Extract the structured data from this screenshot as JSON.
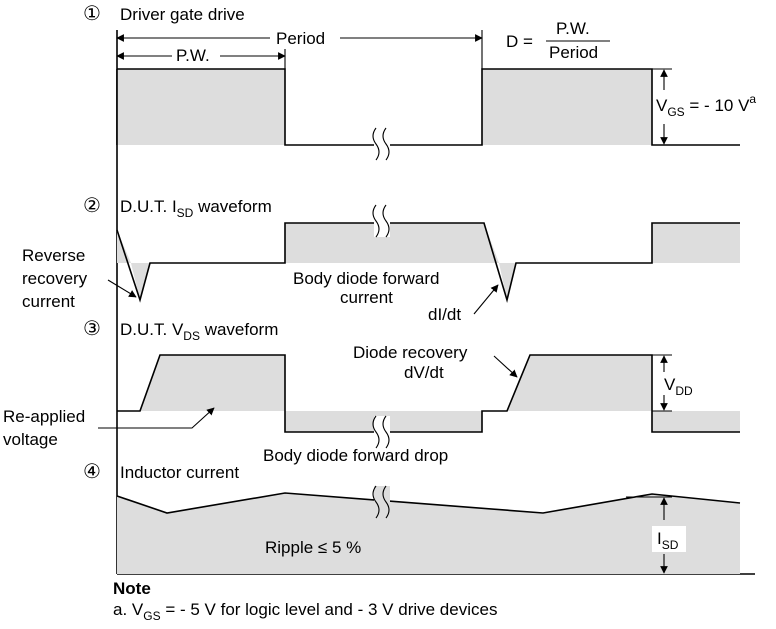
{
  "sections": {
    "gate": {
      "number": "①",
      "title": "Driver gate drive"
    },
    "isd": {
      "number": "②",
      "title_pre": "D.U.T. I",
      "title_sub": "SD",
      "title_post": " waveform"
    },
    "vds": {
      "number": "③",
      "title_pre": "D.U.T. V",
      "title_sub": "DS",
      "title_post": " waveform"
    },
    "inductor": {
      "number": "④",
      "title": "Inductor current"
    }
  },
  "labels": {
    "period": "Period",
    "pw": "P.W.",
    "duty_prefix": "D =",
    "duty_num": "P.W.",
    "duty_den": "Period",
    "vgs_v": "V",
    "vgs_sub": "GS",
    "vgs_value": " = - 10 V",
    "vgs_sup": "a",
    "reverse_recovery": [
      "Reverse",
      "recovery",
      "current"
    ],
    "body_diode_current": [
      "Body diode forward",
      "current"
    ],
    "didt": "dI/dt",
    "diode_recovery": [
      "Diode recovery",
      "dV/dt"
    ],
    "vdd_v": "V",
    "vdd_sub": "DD",
    "reapplied": [
      "Re-applied",
      "voltage"
    ],
    "body_diode_drop": "Body diode forward drop",
    "ripple": "Ripple ≤ 5 %",
    "isd_i": "I",
    "isd_sub": "SD"
  },
  "note": {
    "title": "Note",
    "text_pre": "a. V",
    "text_sub": "GS",
    "text_post": " = - 5 V for logic level and - 3 V drive devices"
  },
  "colors": {
    "shade": "#dddddd",
    "line": "#000000"
  }
}
